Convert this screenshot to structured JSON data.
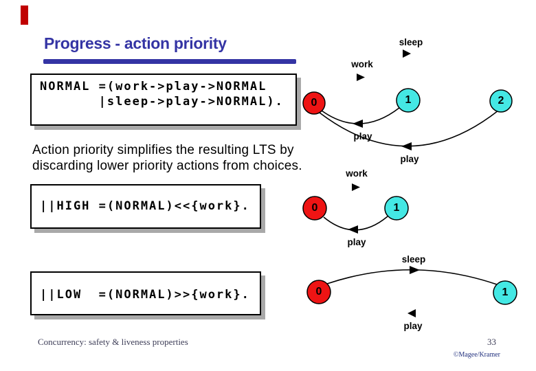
{
  "slide": {
    "title": "Progress - action priority",
    "process_def": "NORMAL =(work->play->NORMAL\n       |sleep->play->NORMAL).",
    "description": "Action priority simplifies the resulting LTS by\ndiscarding lower priority actions from choices.",
    "high_def": "||HIGH =(NORMAL)<<{work}.",
    "low_def": "||LOW  =(NORMAL)>>{work}.",
    "footer": {
      "course": "Concurrency: safety & liveness properties",
      "page": "33",
      "credit": "©Magee/Kramer"
    }
  },
  "colors": {
    "title_blue": "#3434a4",
    "state_red": "#ee1414",
    "state_cyan": "#44e8e4",
    "box_shadow_grey": "#a9a9a9",
    "accent_red_bar": "#c00000"
  },
  "diagrams": {
    "normal": {
      "s0": "0",
      "s1": "1",
      "s2": "2",
      "sleep": "sleep",
      "work": "work",
      "play1": "play",
      "play2": "play"
    },
    "high": {
      "s0": "0",
      "s1": "1",
      "work": "work",
      "play": "play"
    },
    "low": {
      "s0": "0",
      "s1": "1",
      "sleep": "sleep",
      "play": "play"
    }
  }
}
